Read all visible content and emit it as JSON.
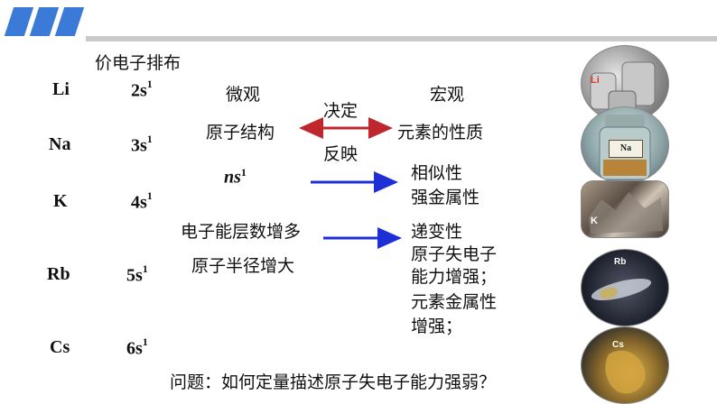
{
  "header": {
    "accent_color": "#3b7ad6"
  },
  "table_title": "价电子排布",
  "elements": [
    {
      "symbol": "Li",
      "config_base": "2s",
      "config_sup": "1"
    },
    {
      "symbol": "Na",
      "config_base": "3s",
      "config_sup": "1"
    },
    {
      "symbol": "K",
      "config_base": "4s",
      "config_sup": "1"
    },
    {
      "symbol": "Rb",
      "config_base": "5s",
      "config_sup": "1"
    },
    {
      "symbol": "Cs",
      "config_base": "6s",
      "config_sup": "1"
    }
  ],
  "diagram": {
    "micro": "微观",
    "macro": "宏观",
    "decides": "决定",
    "reflects": "反映",
    "atomic_structure": "原子结构",
    "element_properties": "元素的性质",
    "ns_base": "ns",
    "ns_sup": "1",
    "similarity": "相似性",
    "strong_metal": "强金属性",
    "shell_increase": "电子能层数增多",
    "radius_increase": "原子半径增大",
    "trend_lines": [
      "递变性",
      "原子失电子",
      "能力增强；",
      "元素金属性",
      "增强；"
    ],
    "arrow_red": "#c0272d",
    "arrow_blue": "#1f2fd6"
  },
  "question": "问题：如何定量描述原子失电子能力强弱？",
  "images": [
    {
      "icon": "lithium-metal-photo",
      "label": "Li"
    },
    {
      "icon": "sodium-jar-photo",
      "label": "Na"
    },
    {
      "icon": "potassium-metal-photo",
      "label": "K"
    },
    {
      "icon": "rubidium-ampoule-photo",
      "label": "Rb"
    },
    {
      "icon": "cesium-metal-photo",
      "label": "Cs"
    }
  ]
}
